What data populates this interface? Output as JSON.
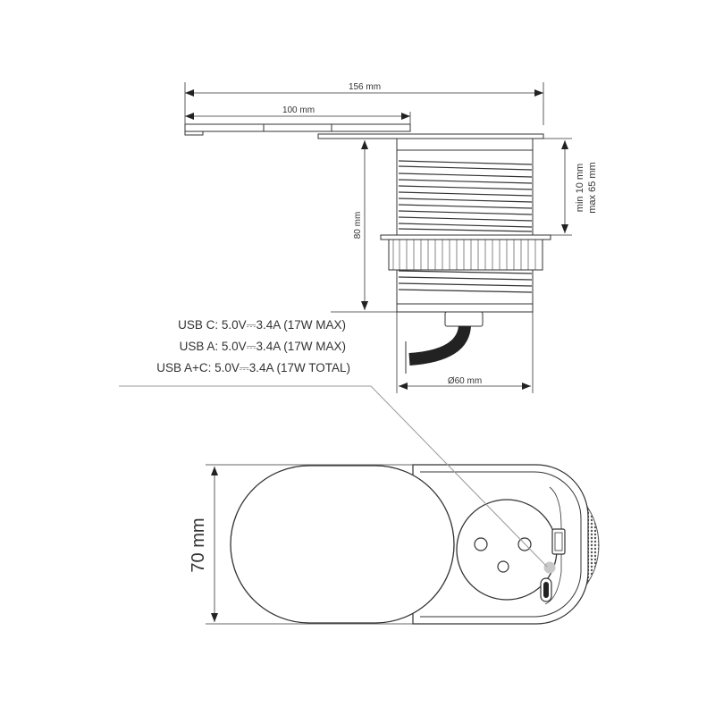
{
  "dimensions": {
    "overall_width": "156 mm",
    "cover_width": "100 mm",
    "body_height": "80 mm",
    "desk_thickness_min": "min 10 mm",
    "desk_thickness_max": "max 65 mm",
    "diameter": "Ø60 mm",
    "top_height": "70 mm"
  },
  "specs": [
    {
      "label": "USB C: 5.0V⎓3.4A (17W MAX)"
    },
    {
      "label": "USB A: 5.0V⎓3.4A (17W MAX)"
    },
    {
      "label": "USB A+C: 5.0V⎓3.4A (17W TOTAL)"
    }
  ],
  "colors": {
    "line": "#333333",
    "leader": "#999999",
    "indicator": "#c8c8c8"
  }
}
